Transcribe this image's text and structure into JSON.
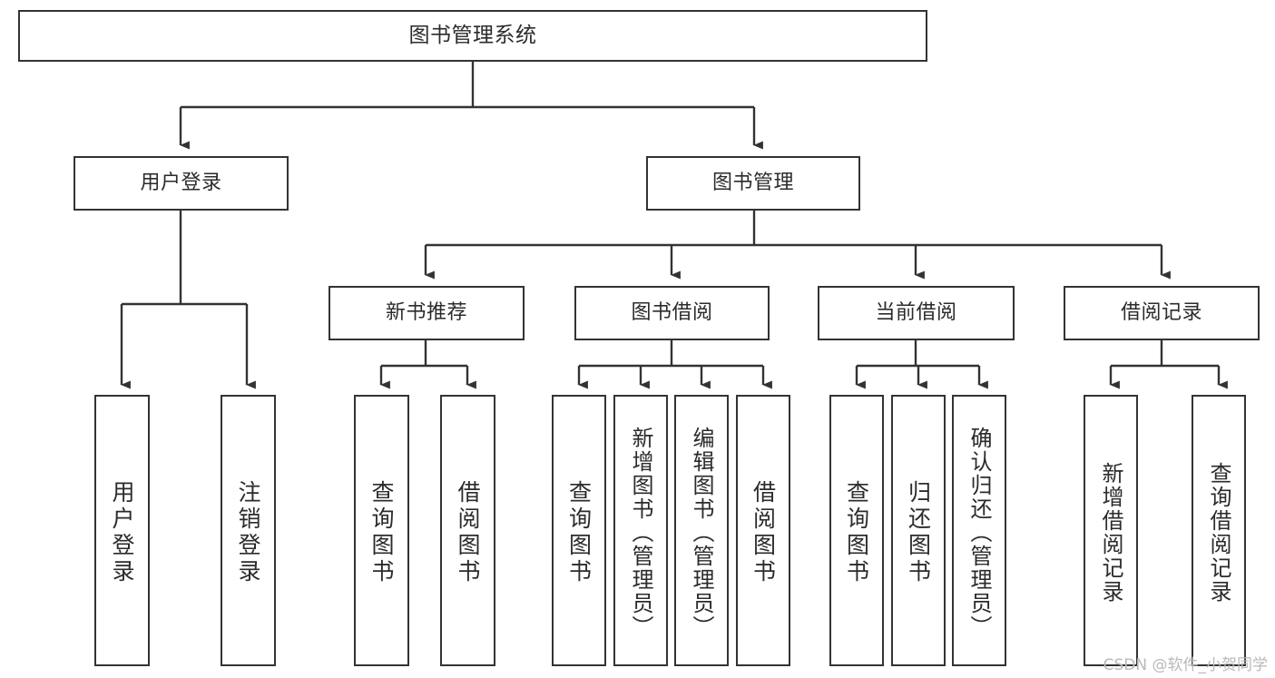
{
  "diagram": {
    "title": "图书管理系统",
    "type": "tree-hierarchy",
    "watermark": "CSDN @软件_小贺同学",
    "colors": {
      "box_border": "#333333",
      "box_fill": "#ffffff",
      "connector": "#333333",
      "text": "#2b2b2b",
      "watermark": "#b9b9b9",
      "background": "#ffffff"
    },
    "nodes": {
      "root": {
        "label": "图书管理系统"
      },
      "level2": [
        {
          "id": "user-login",
          "label": "用户登录"
        },
        {
          "id": "book-manage",
          "label": "图书管理"
        }
      ],
      "level3": [
        {
          "id": "new-book-recommend",
          "label": "新书推荐"
        },
        {
          "id": "book-borrow",
          "label": "图书借阅"
        },
        {
          "id": "current-borrow",
          "label": "当前借阅"
        },
        {
          "id": "borrow-record",
          "label": "借阅记录"
        }
      ],
      "leaves": {
        "user-login": [
          {
            "id": "leaf-user-login",
            "label": "用户登录"
          },
          {
            "id": "leaf-user-logout",
            "label": "注销登录"
          }
        ],
        "new-book-recommend": [
          {
            "id": "leaf-query-book-1",
            "label": "查询图书"
          },
          {
            "id": "leaf-borrow-book-1",
            "label": "借阅图书"
          }
        ],
        "book-borrow": [
          {
            "id": "leaf-query-book-2",
            "label": "查询图书"
          },
          {
            "id": "leaf-add-book",
            "label": "新增图书（管理员）"
          },
          {
            "id": "leaf-edit-book",
            "label": "编辑图书（管理员）"
          },
          {
            "id": "leaf-borrow-book-2",
            "label": "借阅图书"
          }
        ],
        "current-borrow": [
          {
            "id": "leaf-query-book-3",
            "label": "查询图书"
          },
          {
            "id": "leaf-return-book",
            "label": "归还图书"
          },
          {
            "id": "leaf-confirm-return",
            "label": "确认归还（管理员）"
          }
        ],
        "borrow-record": [
          {
            "id": "leaf-add-record",
            "label": "新增借阅记录"
          },
          {
            "id": "leaf-query-record",
            "label": "查询借阅记录"
          }
        ]
      }
    }
  }
}
